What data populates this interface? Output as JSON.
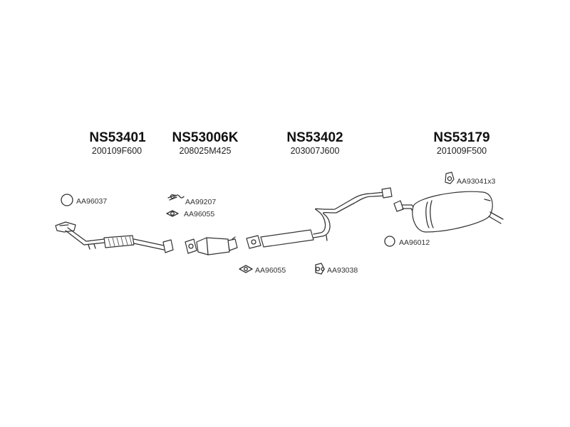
{
  "groups": [
    {
      "part_no": "NS53401",
      "oe_no": "200109F600"
    },
    {
      "part_no": "NS53006K",
      "oe_no": "208025M425"
    },
    {
      "part_no": "NS53402",
      "oe_no": "203007J600"
    },
    {
      "part_no": "NS53179",
      "oe_no": "201009F500"
    }
  ],
  "fittings": {
    "ring_front": "AA96037",
    "bolt_spring": "AA99207",
    "gasket_cat_top": "AA96055",
    "gasket_cat_bottom": "AA96055",
    "mount_mid": "AA93038",
    "mount_rear": "AA93041x3",
    "ring_rear": "AA96012"
  },
  "colors": {
    "line": "#333333",
    "text": "#111111",
    "background": "#ffffff"
  }
}
